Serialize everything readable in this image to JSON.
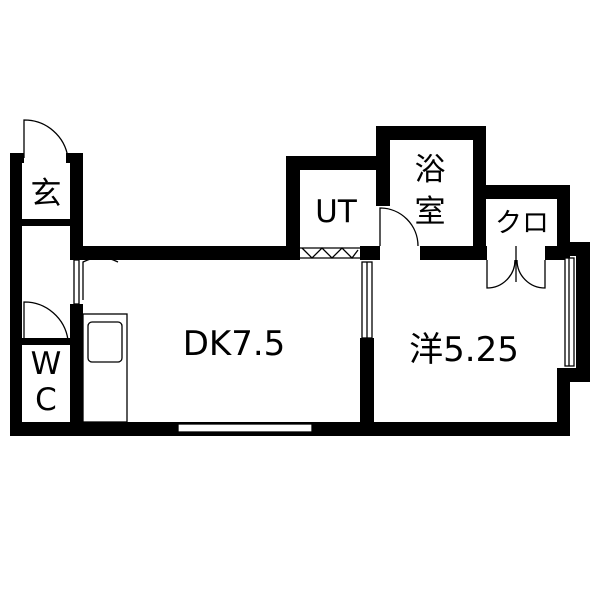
{
  "floor_plan": {
    "rooms": {
      "genkan": "玄",
      "wc_top": "W",
      "wc_bottom": "C",
      "dk": "DK7.5",
      "ut": "UT",
      "bath_top": "浴",
      "bath_bottom": "室",
      "closet": "クロ",
      "western": "洋5.25"
    },
    "colors": {
      "wall": "#000000",
      "background": "#ffffff"
    }
  }
}
